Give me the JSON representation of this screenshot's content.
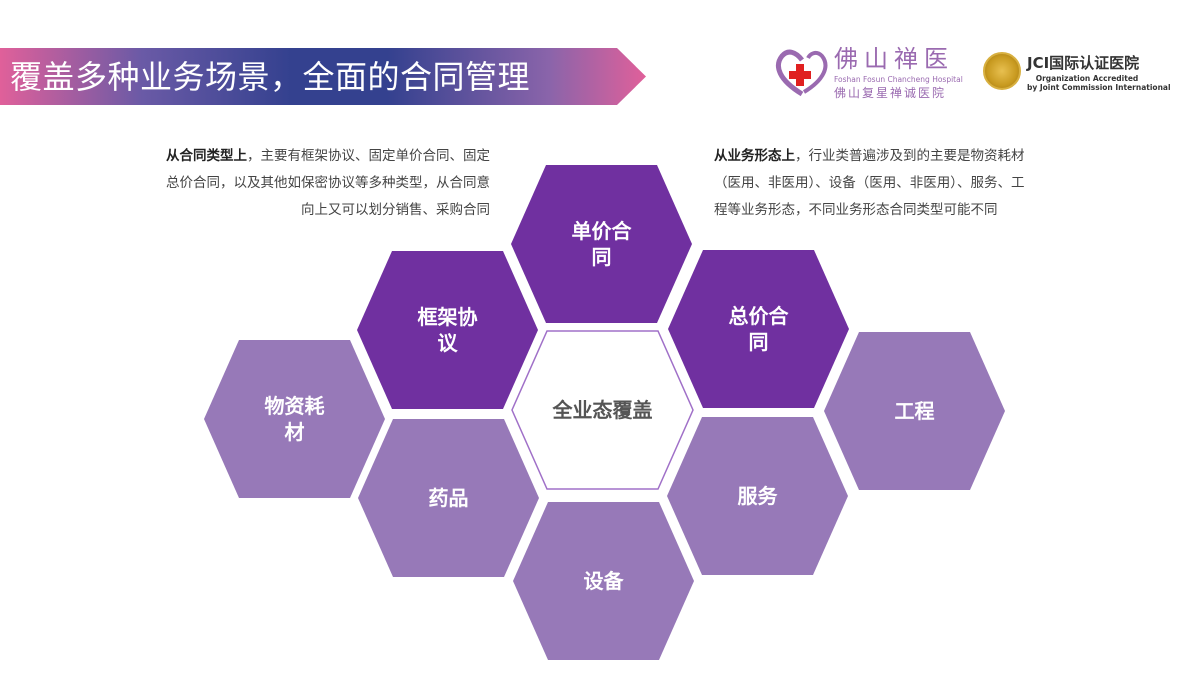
{
  "header": {
    "title": "覆盖多种业务场景，全面的合同管理"
  },
  "logos": {
    "hospital_cn": "佛山禅医",
    "hospital_en": "Foshan Fosun Chancheng Hospital",
    "hospital_full": "佛山复星禅诚医院",
    "jci_title": "JCI国际认证医院",
    "jci_sub1": "Organization Accredited",
    "jci_sub2": "by Joint Commission International"
  },
  "left_text": {
    "bold": "从合同类型上",
    "rest1": "，主要有框架协议、固定单价合同、固定",
    "line2": "总价合同，以及其他如保密协议等多种类型，从合同意",
    "line3": "向上又可以划分销售、采购合同"
  },
  "right_text": {
    "bold": "从业务形态上",
    "rest1": "，行业类普遍涉及到的主要是物资耗材",
    "line2": "（医用、非医用）、设备（医用、非医用）、服务、工",
    "line3": "程等业务形态，不同业务形态合同类型可能不同"
  },
  "colors": {
    "dark": "#7030a0",
    "light": "#9779b8",
    "center_stroke": "#a070c8"
  },
  "hexagons": [
    {
      "label": "全业态覆盖",
      "kind": "center"
    },
    {
      "label": "单价合同",
      "kind": "dark"
    },
    {
      "label": "框架协议",
      "kind": "dark"
    },
    {
      "label": "总价合同",
      "kind": "dark"
    },
    {
      "label": "物资耗材",
      "kind": "light"
    },
    {
      "label": "工程",
      "kind": "light"
    },
    {
      "label": "药品",
      "kind": "light"
    },
    {
      "label": "服务",
      "kind": "light"
    },
    {
      "label": "设备",
      "kind": "light"
    }
  ]
}
